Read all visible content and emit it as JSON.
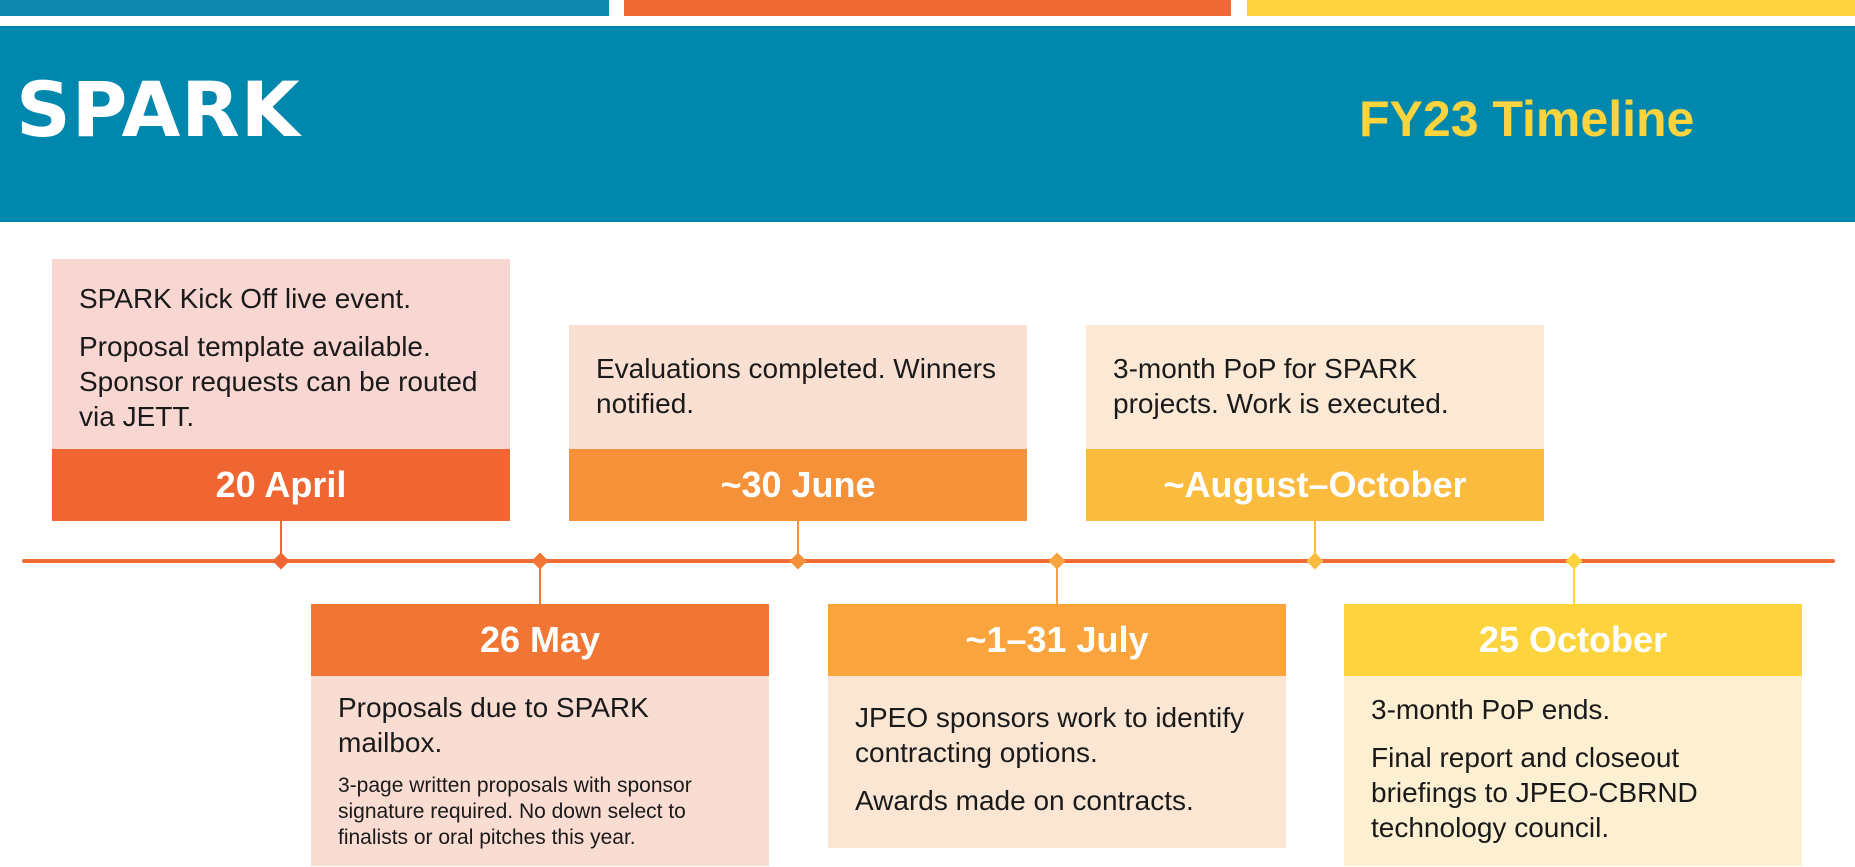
{
  "header": {
    "logo_text": "SPARK",
    "title": "FY23 Timeline"
  },
  "colors": {
    "stripe_blue": "#0e86ad",
    "stripe_orange": "#ef6a35",
    "stripe_yellow": "#fdd43d",
    "header_bg": "#0087ad",
    "title_yellow": "#fdd43d",
    "axis": "#ef6a35"
  },
  "milestones": [
    {
      "date": "20 April",
      "lines": [
        "SPARK Kick Off live event.",
        "Proposal template available. Sponsor requests can be routed via JETT."
      ],
      "note": "",
      "date_color": "#ef6632",
      "body_color": "#f8d7d2"
    },
    {
      "date": "26 May",
      "lines": [
        "Proposals due to SPARK mailbox."
      ],
      "note": "3-page written proposals with sponsor signature required. No down select to finalists or oral pitches this year.",
      "date_color": "#f17634",
      "body_color": "#f9dcd2"
    },
    {
      "date": "~30 June",
      "lines": [
        "Evaluations completed. Winners notified."
      ],
      "note": "",
      "date_color": "#f59138",
      "body_color": "#f9e0d3"
    },
    {
      "date": "~1–31 July",
      "lines": [
        "JPEO sponsors work to identify contracting options.",
        "Awards made on contracts."
      ],
      "note": "",
      "date_color": "#f9a43c",
      "body_color": "#fbe6d4"
    },
    {
      "date": "~August–October",
      "lines": [
        "3-month PoP for SPARK projects. Work is executed."
      ],
      "note": "",
      "date_color": "#fbbb3e",
      "body_color": "#fbe9d5"
    },
    {
      "date": "25 October",
      "lines": [
        "3-month PoP ends.",
        "Final report and closeout briefings to JPEO-CBRND technology council."
      ],
      "note": "",
      "date_color": "#fdd43d",
      "body_color": "#fdefd2"
    }
  ]
}
